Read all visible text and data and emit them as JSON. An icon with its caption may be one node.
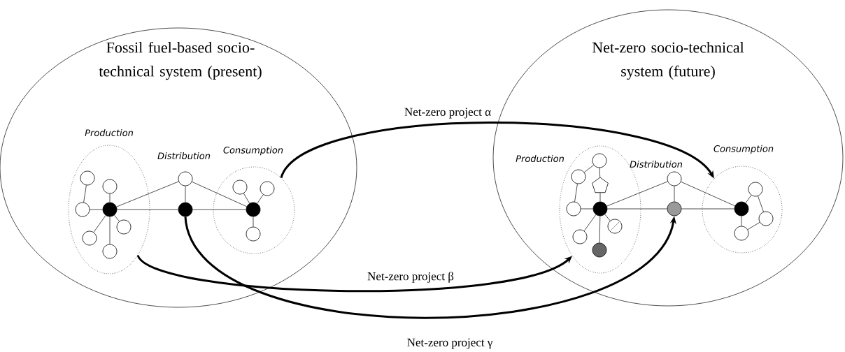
{
  "diagram": {
    "nodes": [
      {
        "text": [
          "Fossil fuel-based socio-technical system (present)"
        ]
      },
      {
        "text": [
          "Production"
        ],
        "in": 0
      },
      {
        "text": [],
        "shape": "circle",
        "in": 1
      },
      {
        "text": [],
        "shape": "circle",
        "in": 1
      },
      {
        "text": [],
        "shape": "circle",
        "in": 1
      },
      {
        "text": [],
        "shape": "circle",
        "in": 1
      },
      {
        "text": [],
        "shape": "circle",
        "in": 1
      },
      {
        "text": [],
        "shape": "circle",
        "in": 1
      },
      {
        "text": [],
        "shape": "circle",
        "in": 1
      },
      {
        "text": [],
        "shape": "circle",
        "in": 0
      },
      {
        "text": [],
        "shape": "circle",
        "in": 0
      },
      {
        "text": [
          "Consumption"
        ],
        "in": 0
      },
      {
        "text": [],
        "shape": "circle",
        "in": 11
      },
      {
        "text": [],
        "shape": "circle",
        "in": 11
      },
      {
        "text": [],
        "shape": "circle",
        "in": 11
      },
      {
        "text": [],
        "shape": "circle",
        "in": 11
      },
      {
        "text": [
          "Net-zero socio-technical system (future)"
        ]
      },
      {
        "text": [
          "Production"
        ],
        "in": 16
      },
      {
        "text": [],
        "shape": "circle",
        "in": 17
      },
      {
        "text": [],
        "shape": "circle",
        "in": 17
      },
      {
        "text": [],
        "shape": "pentagon",
        "in": 17
      },
      {
        "text": [],
        "shape": "circle",
        "in": 17
      },
      {
        "text": [],
        "shape": "circle",
        "in": 17
      },
      {
        "text": [],
        "shape": "circle",
        "in": 17
      },
      {
        "text": [],
        "shape": "circle",
        "in": 17
      },
      {
        "text": [],
        "shape": "circle",
        "in": 17
      },
      {
        "text": [],
        "shape": "circle",
        "in": 16
      },
      {
        "text": [],
        "shape": "circle",
        "in": 16
      },
      {
        "text": [
          "Consumption"
        ],
        "in": 16
      },
      {
        "text": [],
        "shape": "circle",
        "in": 28
      },
      {
        "text": [],
        "shape": "circle",
        "in": 28
      },
      {
        "text": [],
        "shape": "circle",
        "in": 28
      },
      {
        "text": [],
        "shape": "circle",
        "in": 28
      }
    ],
    "edges": [
      {
        "from": 2,
        "to": 3,
        "arrow": "none"
      },
      {
        "from": 3,
        "to": 5,
        "arrow": "none"
      },
      {
        "from": 4,
        "to": 5,
        "arrow": "none"
      },
      {
        "from": 5,
        "to": 6,
        "arrow": "none"
      },
      {
        "from": 5,
        "to": 7,
        "arrow": "none"
      },
      {
        "from": 5,
        "to": 8,
        "arrow": "none"
      },
      {
        "from": 5,
        "to": 9,
        "arrow": "none"
      },
      {
        "from": 9,
        "to": 10,
        "arrow": "none"
      },
      {
        "from": 9,
        "to": 14,
        "arrow": "none"
      },
      {
        "from": 5,
        "to": 10,
        "arrow": "none"
      },
      {
        "from": 10,
        "to": 14,
        "arrow": "none"
      },
      {
        "from": 12,
        "to": 14,
        "arrow": "none"
      },
      {
        "from": 13,
        "to": 14,
        "arrow": "none"
      },
      {
        "from": 14,
        "to": 15,
        "arrow": "none"
      },
      {
        "from": 18,
        "to": 19,
        "arrow": "none"
      },
      {
        "from": 19,
        "to": 20,
        "arrow": "none"
      },
      {
        "from": 18,
        "to": 21,
        "arrow": "none"
      },
      {
        "from": 21,
        "to": 22,
        "arrow": "none"
      },
      {
        "from": 20,
        "to": 22,
        "arrow": "none"
      },
      {
        "from": 22,
        "to": 23,
        "arrow": "none"
      },
      {
        "from": 22,
        "to": 24,
        "arrow": "none"
      },
      {
        "from": 22,
        "to": 25,
        "arrow": "none"
      },
      {
        "from": 22,
        "to": 26,
        "arrow": "none"
      },
      {
        "from": 26,
        "to": 27,
        "arrow": "none"
      },
      {
        "from": 26,
        "to": 30,
        "arrow": "none"
      },
      {
        "from": 22,
        "to": 27,
        "arrow": "none"
      },
      {
        "from": 27,
        "to": 30,
        "arrow": "none"
      },
      {
        "from": 30,
        "to": 29,
        "arrow": "none"
      },
      {
        "from": 29,
        "to": 31,
        "arrow": "none"
      },
      {
        "from": 31,
        "to": 32,
        "arrow": "none"
      },
      {
        "from": 32,
        "to": 30,
        "arrow": "none"
      },
      {
        "from": 11,
        "to": 28,
        "arrow": "to",
        "style": "thick",
        "label": "Net-zero project α"
      },
      {
        "from": 1,
        "to": 17,
        "arrow": "to",
        "style": "thick",
        "label": "Net-zero project β"
      },
      {
        "from": 10,
        "to": 27,
        "arrow": "to",
        "style": "thick",
        "label": "Net-zero project γ"
      }
    ],
    "labels": [
      "Distribution",
      "Distribution"
    ]
  }
}
